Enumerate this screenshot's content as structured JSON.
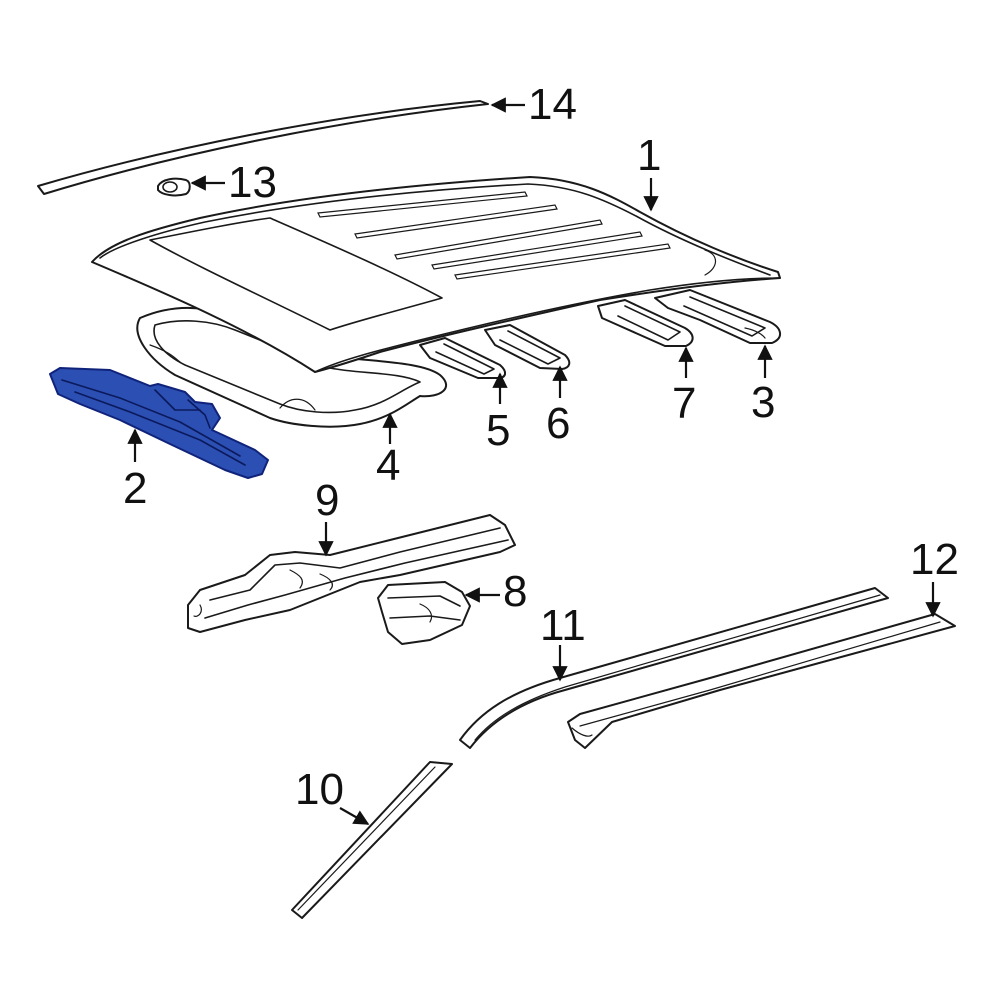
{
  "colors": {
    "highlight_fill": "#2c4fb3",
    "highlight_stroke": "#10237a",
    "line": "#1a1a1a",
    "background": "#ffffff"
  },
  "callouts": {
    "c1": "1",
    "c2": "2",
    "c3": "3",
    "c4": "4",
    "c5": "5",
    "c6": "6",
    "c7": "7",
    "c8": "8",
    "c9": "9",
    "c10": "10",
    "c11": "11",
    "c12": "12",
    "c13": "13",
    "c14": "14"
  },
  "highlighted_part": "2"
}
